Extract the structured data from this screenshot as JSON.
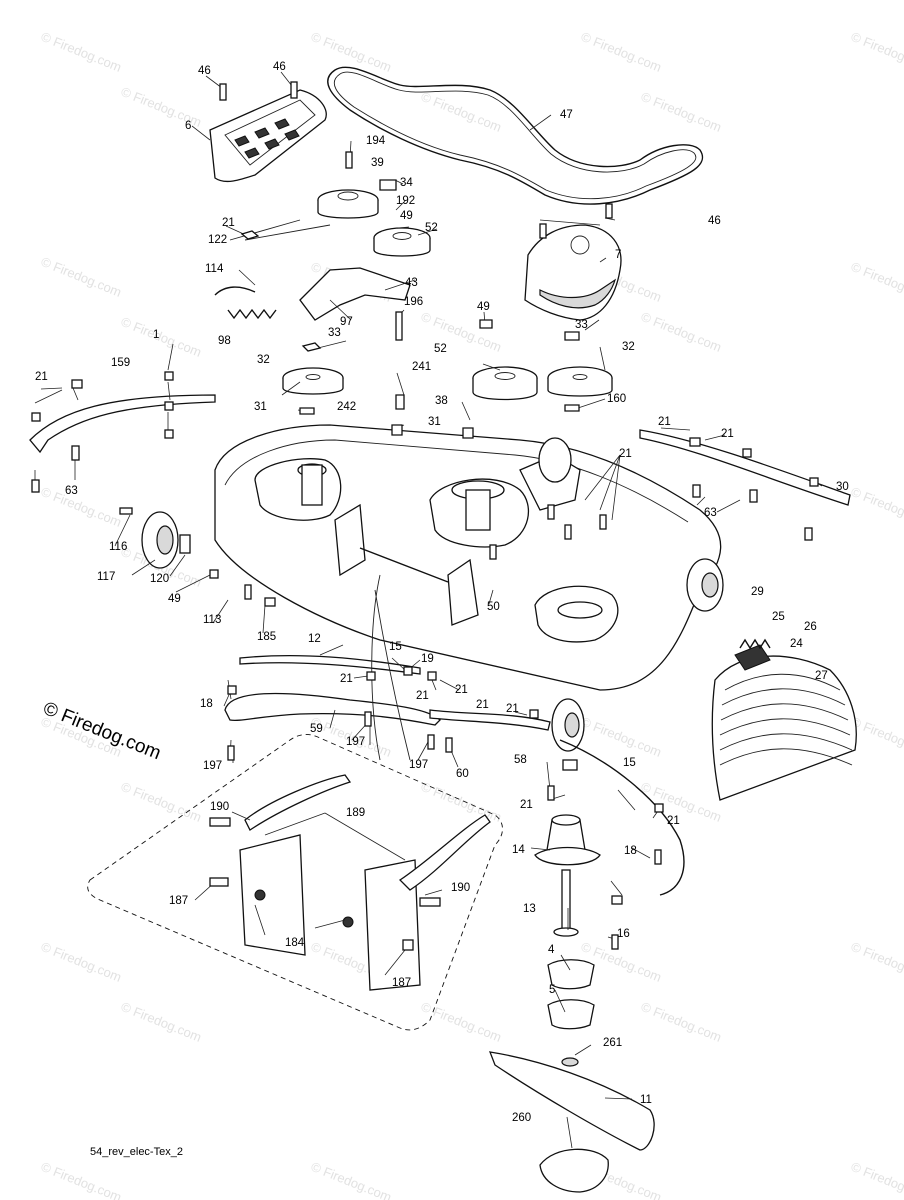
{
  "copyright_text": "© Firedog.com",
  "watermark_text": "© Firedog.com",
  "footer_code": "54_rev_elec-Tex_2",
  "part_labels": [
    "46",
    "46",
    "6",
    "194",
    "39",
    "34",
    "192",
    "49",
    "52",
    "47",
    "46",
    "7",
    "21",
    "122",
    "114",
    "43",
    "97",
    "196",
    "98",
    "33",
    "32",
    "31",
    "49",
    "33",
    "52",
    "32",
    "241",
    "38",
    "21",
    "159",
    "1",
    "242",
    "31",
    "160",
    "21",
    "21",
    "30",
    "21",
    "63",
    "116",
    "117",
    "120",
    "49",
    "113",
    "185",
    "12",
    "50",
    "29",
    "25",
    "26",
    "24",
    "27",
    "15",
    "19",
    "21",
    "21",
    "21",
    "21",
    "59",
    "197",
    "197",
    "197",
    "60",
    "21",
    "18",
    "58",
    "15",
    "21",
    "190",
    "189",
    "14",
    "18",
    "187",
    "190",
    "21",
    "13",
    "184",
    "187",
    "16",
    "4",
    "5",
    "261",
    "11",
    "260",
    "63"
  ]
}
